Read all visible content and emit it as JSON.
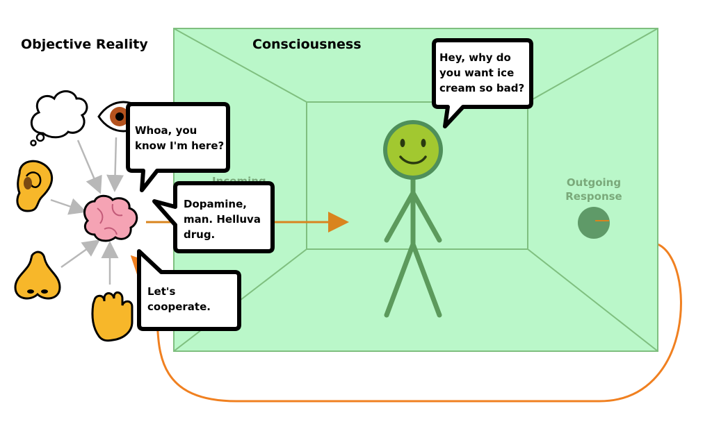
{
  "labels": {
    "objective_reality": "Objective Reality",
    "consciousness": "Consciousness",
    "incoming": "Incoming",
    "outgoing_line1": "Outgoing",
    "outgoing_line2": "Response"
  },
  "bubbles": {
    "eye": [
      "Whoa, you",
      "know I'm here?"
    ],
    "dopamine": [
      "Dopamine,",
      "man. Helluva",
      "drug."
    ],
    "cooperate": [
      "Let's",
      "cooperate."
    ],
    "person": [
      "Hey, why do",
      "you want ice",
      "cream so bad?"
    ]
  },
  "icons": {
    "thought": "thought-bubble-icon",
    "eye": "eye-icon",
    "ear": "ear-icon",
    "nose": "nose-icon",
    "hand": "raised-hand-icon",
    "brain": "brain-icon",
    "face": "smiley-face-icon"
  },
  "colors": {
    "room_fill": "#baf7c9",
    "room_line": "#7fbf7f",
    "stick": "#5c9a5c",
    "face": "#a2c830",
    "incoming_arrow": "#d9841e",
    "loop": "#f08020",
    "gray_arrow": "#b8b8b8",
    "label_green": "#7aa97a"
  }
}
